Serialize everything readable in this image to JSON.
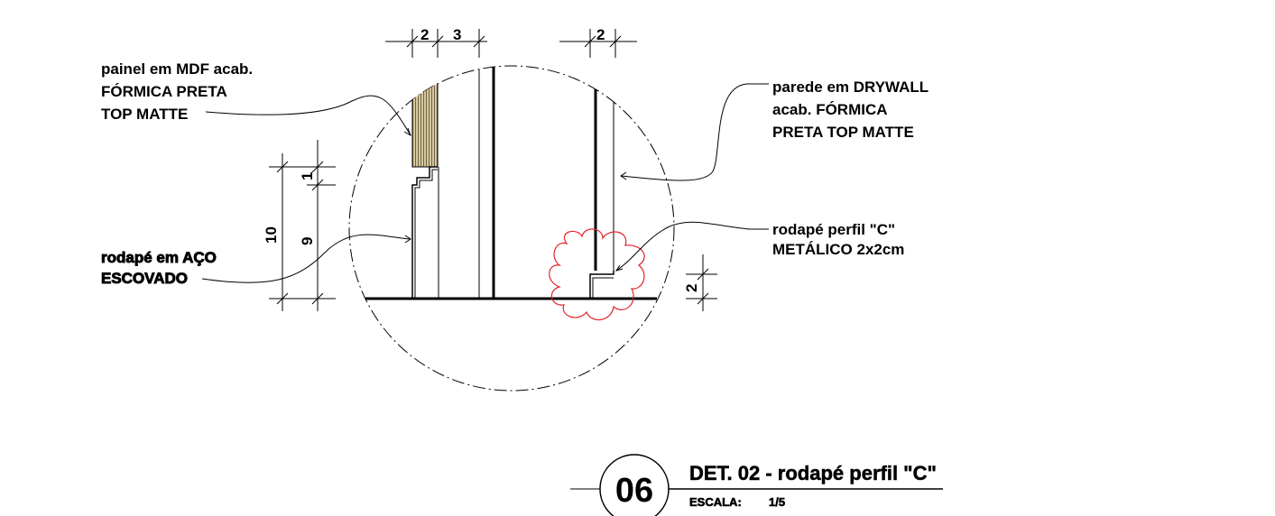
{
  "labels": {
    "mdf_panel": [
      "painel em MDF acab.",
      "FÓRMICA PRETA",
      "TOP MATTE"
    ],
    "drywall": [
      "parede em DRYWALL",
      "acab. FÓRMICA",
      "PRETA TOP MATTE"
    ],
    "steel_baseboard": [
      "rodapé em AÇO",
      "ESCOVADO"
    ],
    "c_profile": [
      "rodapé perfil \"C\"",
      "METÁLICO 2x2cm"
    ]
  },
  "dimensions": {
    "top_left_a": "2",
    "top_left_b": "3",
    "top_right": "2",
    "left_outer": "10",
    "left_inner": "9",
    "left_small": "1",
    "right_small": "2"
  },
  "title_block": {
    "detail_number": "06",
    "title": "DET. 02 - rodapé perfil \"C\"",
    "scale_label": "ESCALA:",
    "scale_value": "1/5"
  },
  "colors": {
    "line": "#000000",
    "revision_cloud": "#e0262a",
    "wood_fill": "#d8c89a",
    "background": "#ffffff"
  }
}
